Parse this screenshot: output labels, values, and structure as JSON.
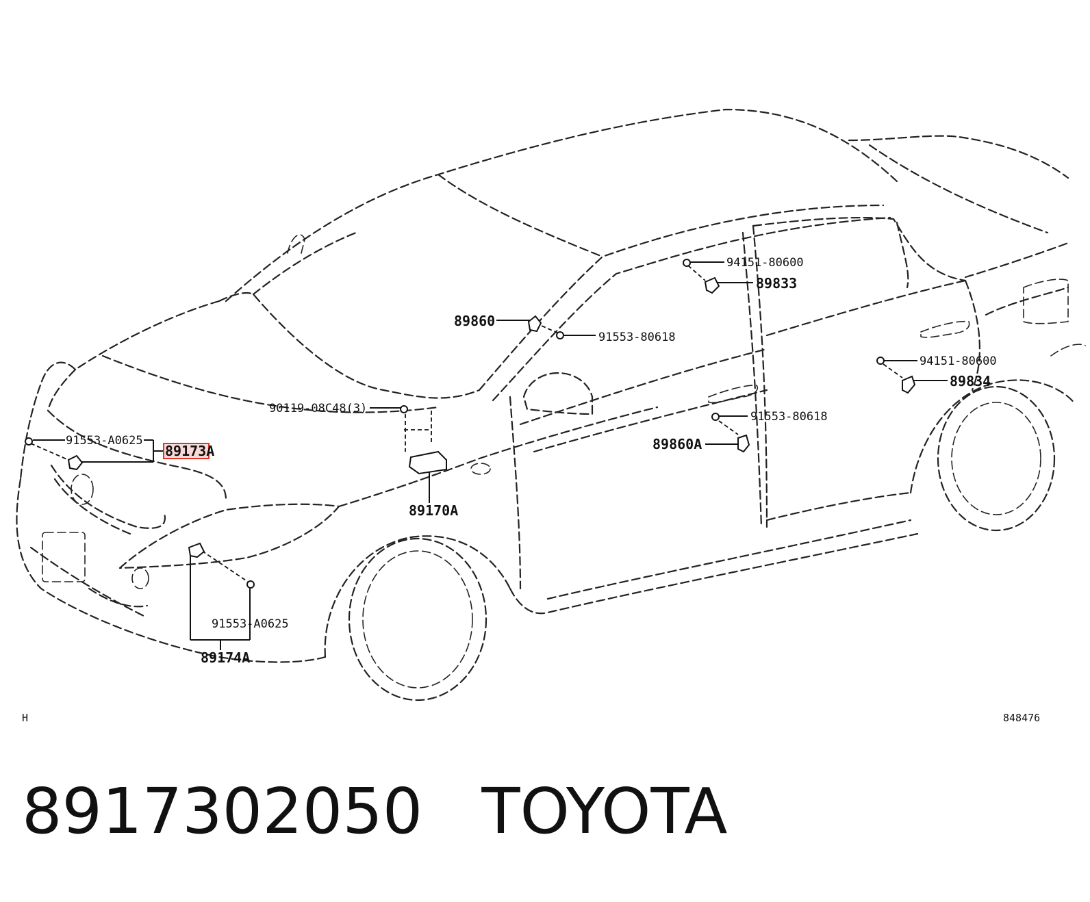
{
  "diagram": {
    "callouts": {
      "c91553_80618_top": "91553-80618",
      "c94151_80600_top": "94151-80600",
      "c89833": "89833",
      "c89860": "89860",
      "c94151_80600_right": "94151-80600",
      "c89834": "89834",
      "c90119": "90119-08C48(3)",
      "c91553_A0625_top": "91553-A0625",
      "c89173A_hl": "89173",
      "c89173A_suffix": "A",
      "c91553_80618_mid": "91553-80618",
      "c89860A": "89860A",
      "c89170A": "89170A",
      "c91553_A0625_bottom": "91553-A0625",
      "c89174A": "89174A"
    },
    "highlight_color": "#e0332a",
    "corner_left": "H",
    "corner_right": "848476"
  },
  "caption": {
    "part_number": "8917302050",
    "brand": "TOYOTA"
  }
}
